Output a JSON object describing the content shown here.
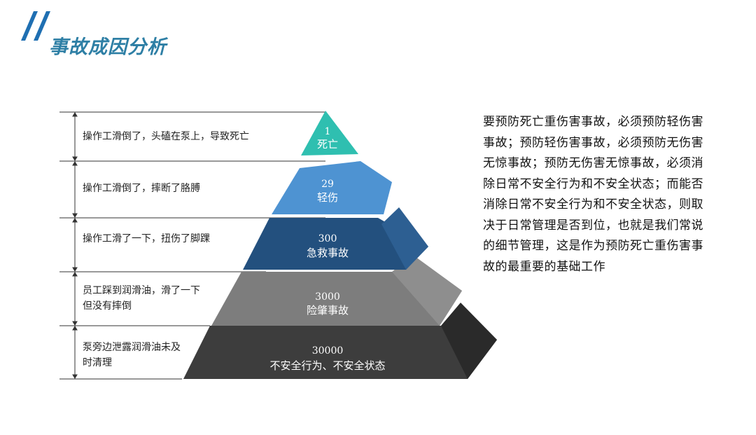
{
  "page": {
    "title": "事故成因分析",
    "accent_color": "#1f6fb2",
    "title_color": "#2e7fa5"
  },
  "pyramid": {
    "levels": [
      {
        "count": "1",
        "name": "死亡",
        "description": "操作工滑倒了，头磕在泵上，导致死亡",
        "color": "#2fbfb0"
      },
      {
        "count": "29",
        "name": "轻伤",
        "description": "操作工滑倒了，摔断了胳膊",
        "color": "#4e93d2"
      },
      {
        "count": "300",
        "name": "急救事故",
        "description": "操作工滑了一下，扭伤了脚踝",
        "color": "#23507e"
      },
      {
        "count": "3000",
        "name": "险肇事故",
        "description": "员工踩到润滑油，滑了一下但没有摔倒",
        "color": "#7d7d7d"
      },
      {
        "count": "30000",
        "name": "不安全行为、不安全状态",
        "description": "泵旁边泄露润滑油未及时清理",
        "color": "#3d3d3d"
      }
    ],
    "description_lines": {
      "l3_a": "员工踩到润滑油，滑了一下",
      "l3_b": "但没有摔倒",
      "l4_a": "泵旁边泄露润滑油未及",
      "l4_b": "时清理"
    }
  },
  "summary": "要预防死亡重伤害事故，必须预防轻伤害事故；预防轻伤害事故，必须预防无伤害无惊事故；预防无伤害无惊事故，必须消除日常不安全行为和不安全状态；而能否消除日常不安全行为和不安全状态，则取决于日常管理是否到位，也就是我们常说的细节管理，这是作为预防死亡重伤害事故的最重要的基础工作"
}
